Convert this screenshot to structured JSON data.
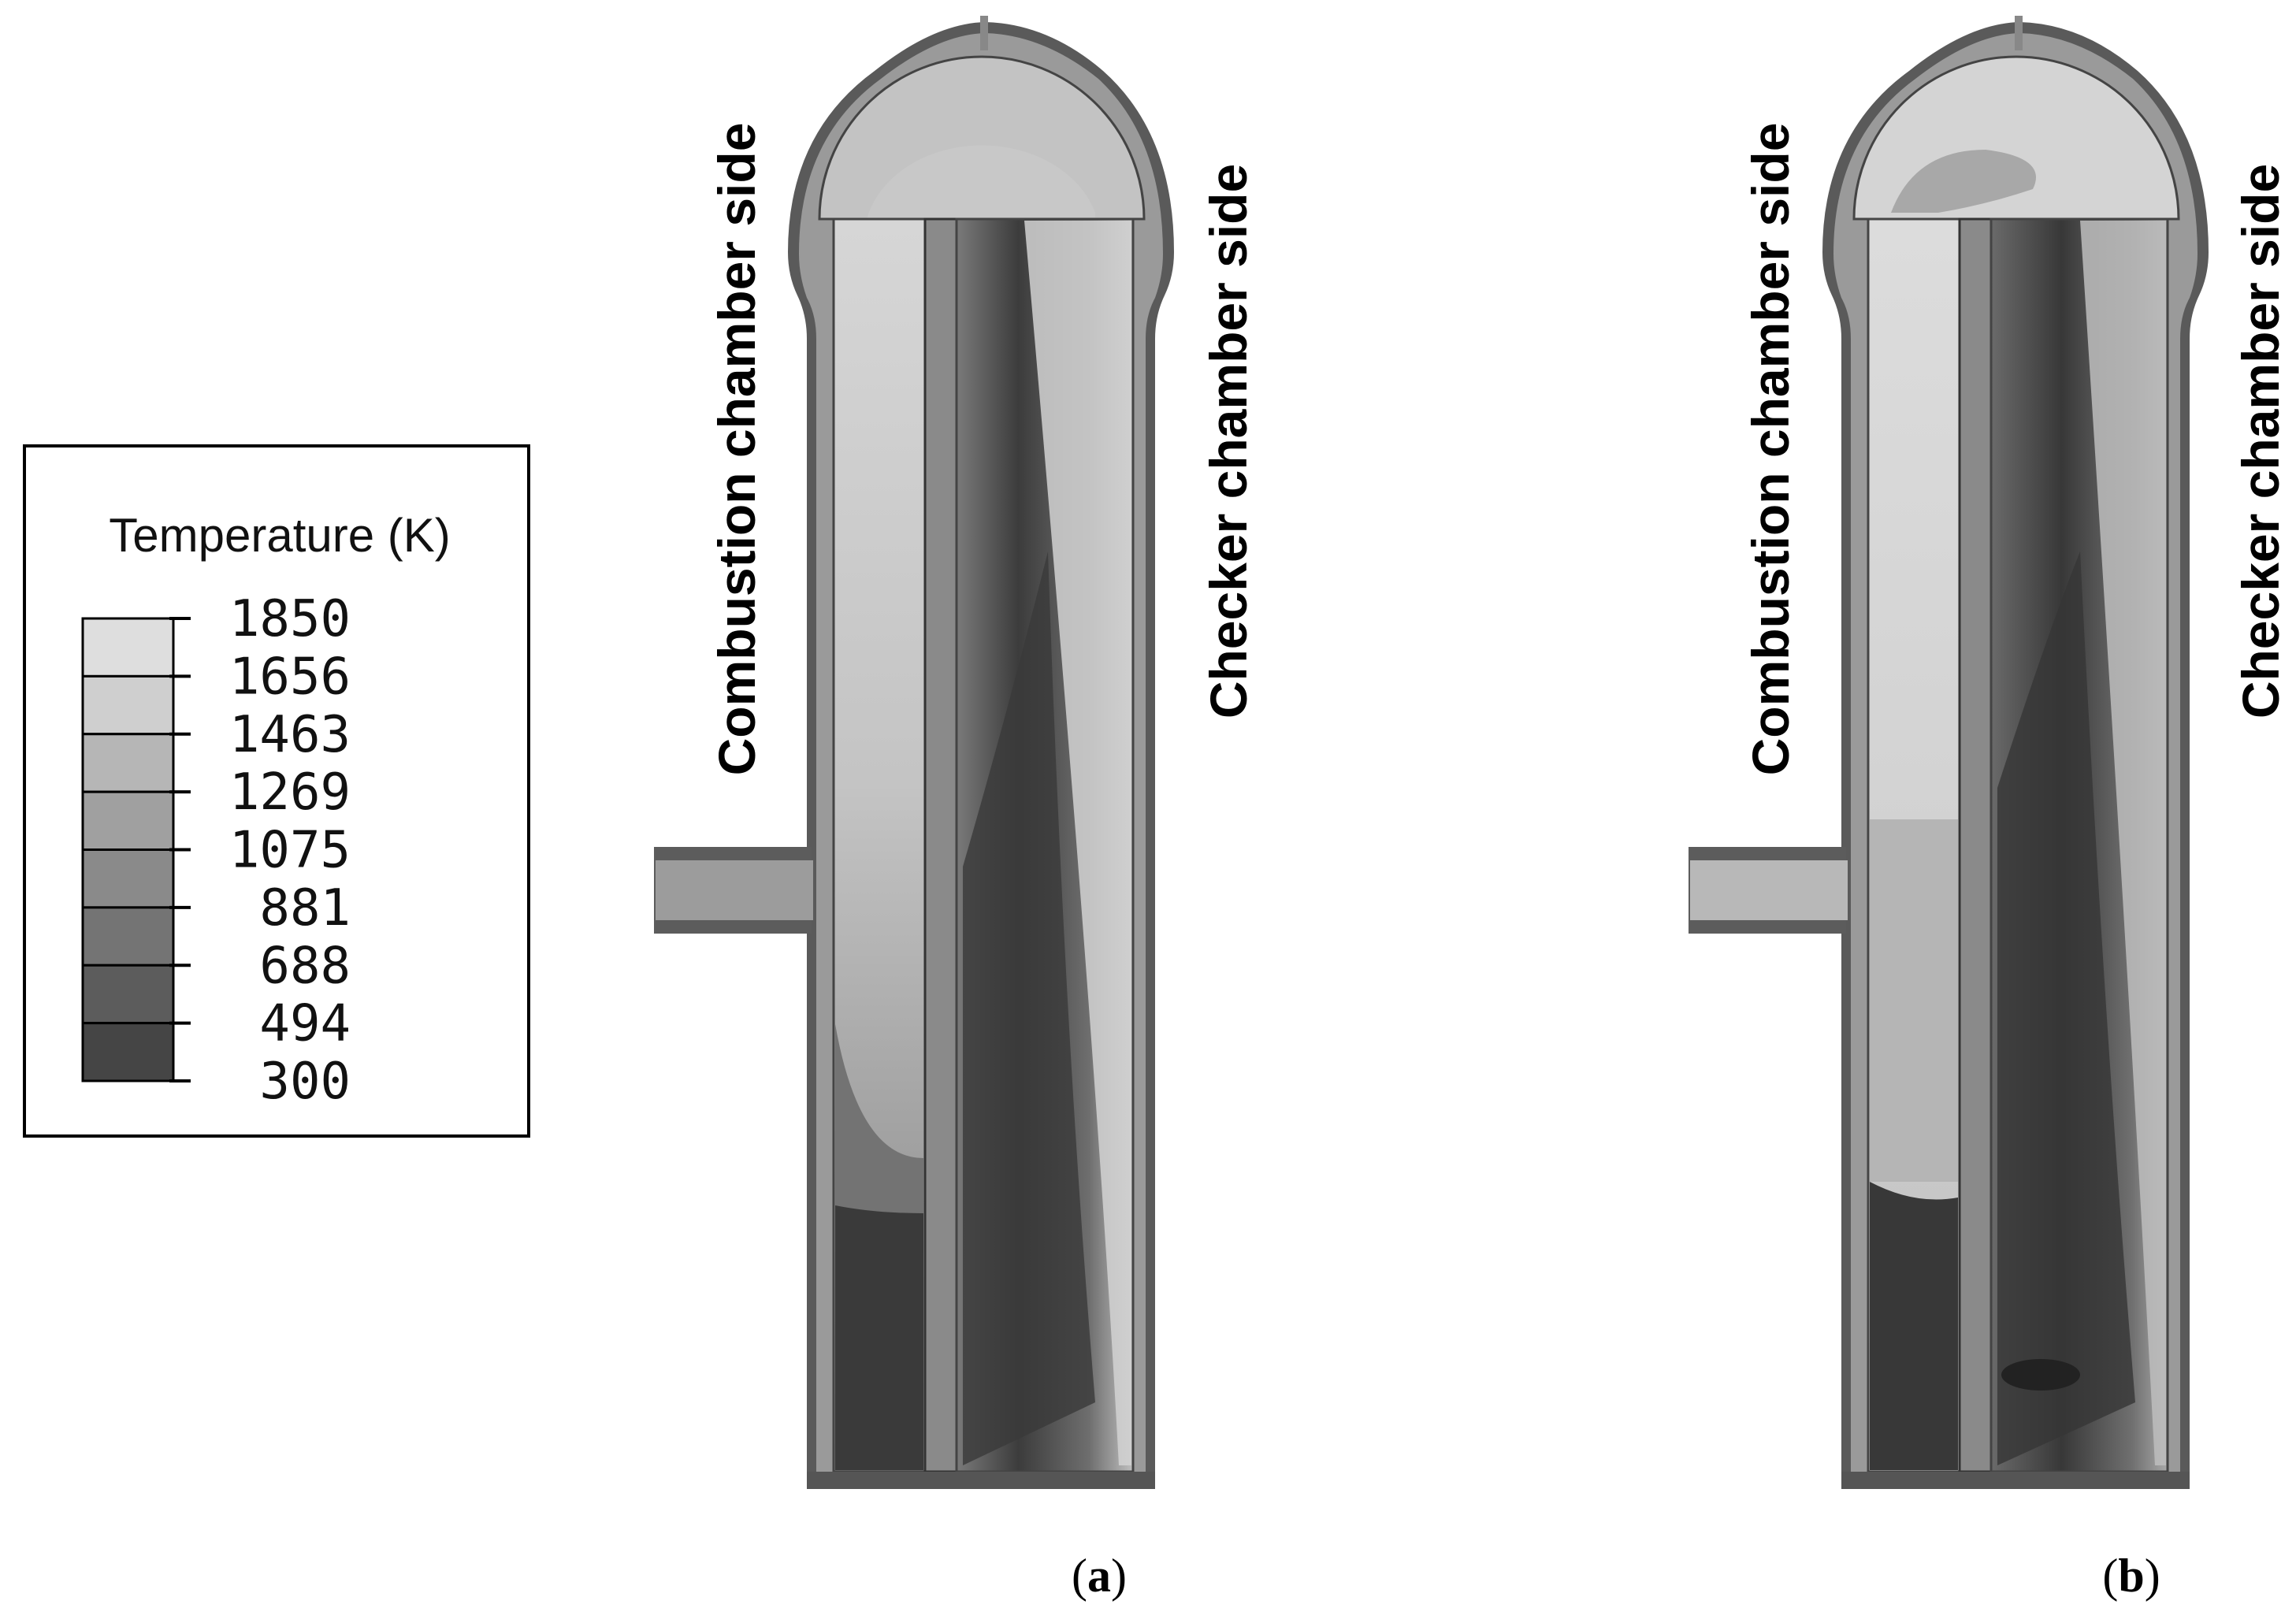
{
  "legend": {
    "title": "Temperature (K)",
    "levels": [
      "1850",
      "1656",
      "1463",
      "1269",
      "1075",
      "881",
      "688",
      "494",
      "300"
    ],
    "colors": [
      "#dedede",
      "#cfcfcf",
      "#b6b6b6",
      "#a0a0a0",
      "#8a8a8a",
      "#747474",
      "#5c5c5c",
      "#454545",
      "#2e2e2e"
    ]
  },
  "panels": [
    {
      "id": "a",
      "label_open": "(",
      "label_letter": "a",
      "label_close": ")",
      "left_side_label": "Combustion chamber side",
      "right_side_label": "Checker chamber side"
    },
    {
      "id": "b",
      "label_open": "(",
      "label_letter": "b",
      "label_close": ")",
      "left_side_label": "Combustion chamber side",
      "right_side_label": "Checker chamber side"
    }
  ]
}
